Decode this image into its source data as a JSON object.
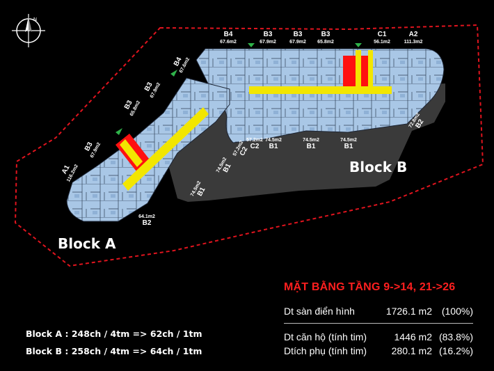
{
  "compass": {
    "north_label": "N"
  },
  "block_labels": {
    "a": "Block A",
    "b": "Block B"
  },
  "units": [
    {
      "code": "B4",
      "area": "67.6m2"
    },
    {
      "code": "B3",
      "area": "67.9m2"
    },
    {
      "code": "B3",
      "area": "67.9m2"
    },
    {
      "code": "B3",
      "area": "65.8m2"
    },
    {
      "code": "C1",
      "area": "56.1m2"
    },
    {
      "code": "A2",
      "area": "111.3m2"
    },
    {
      "code": "B2",
      "area": "72.8m2"
    },
    {
      "code": "C2",
      "area": "57.2m2"
    },
    {
      "code": "B1",
      "area": "74.5m2"
    },
    {
      "code": "B1",
      "area": "74.5m2"
    },
    {
      "code": "B1",
      "area": "74.5m2"
    },
    {
      "code": "C2",
      "area": "57.2m2"
    },
    {
      "code": "B1",
      "area": "74.5m2"
    },
    {
      "code": "B1",
      "area": "74.5m2"
    },
    {
      "code": "B2",
      "area": "64.1m2"
    },
    {
      "code": "A1",
      "area": "116.2m2"
    },
    {
      "code": "B3",
      "area": "67.9m2"
    },
    {
      "code": "B3",
      "area": "65.8m2"
    },
    {
      "code": "B3",
      "area": "67.9m2"
    },
    {
      "code": "B4",
      "area": "67.6m2"
    }
  ],
  "info": {
    "title": "MẶT BẰNG TẦNG 9->14, 21->26",
    "rows": [
      {
        "name": "Dt sàn điển hình",
        "value": "1726.1 m2",
        "percent": "(100%)"
      },
      {
        "name": "Dt căn hộ (tính tim)",
        "value": "1446 m2",
        "percent": "(83.8%)"
      },
      {
        "name": "Dtích phụ (tính tim)",
        "value": "280.1 m2",
        "percent": "(16.2%)"
      }
    ]
  },
  "summary": {
    "block_a": "Block A : 248ch / 4tm => 62ch / 1tm",
    "block_b": "Block B : 258ch / 4tm => 64ch / 1tm"
  },
  "colors": {
    "boundary": "#e0141e",
    "core": "#ff1010",
    "corridor": "#f2e600",
    "units": "#a9c7e6",
    "courtyard": "#3a3a3a",
    "arrow": "#2fb34a"
  }
}
